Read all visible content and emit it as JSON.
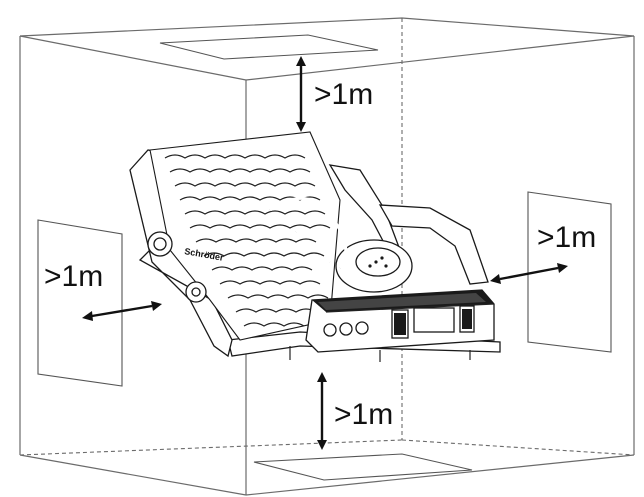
{
  "clearances": {
    "top": ">1m",
    "bottom": ">1m",
    "left": ">1m",
    "right": ">1m"
  },
  "equipment": {
    "brand": "Schröder"
  }
}
